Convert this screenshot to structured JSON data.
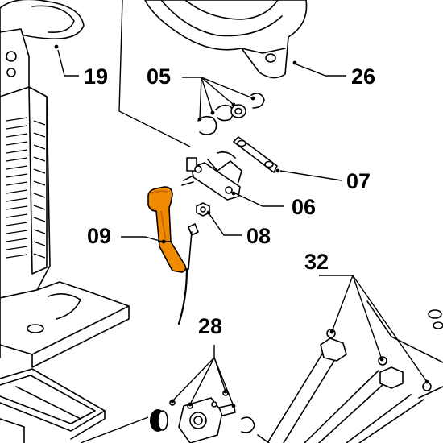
{
  "diagram": {
    "callouts": {
      "c19": "19",
      "c05": "05",
      "c26": "26",
      "c07": "07",
      "c06": "06",
      "c09": "09",
      "c08": "08",
      "c32": "32",
      "c28": "28"
    },
    "colors": {
      "highlight_part": "#f08a00",
      "highlight_dark": "#c86a00",
      "line": "#000000",
      "background": "#ffffff"
    }
  }
}
